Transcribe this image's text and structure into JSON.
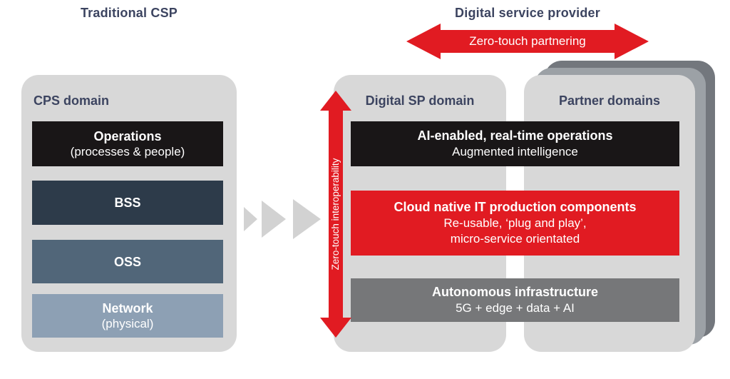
{
  "colors": {
    "accent_red": "#e11b22",
    "panel_gray": "#d8d8d8",
    "heading_navy": "#3c4460",
    "box_black": "#191617",
    "box_bss": "#2d3b4a",
    "box_oss": "#516679",
    "box_network": "#8da0b4",
    "bar_gray": "#767779",
    "stack_layer_medium": "#9ca1a6",
    "stack_layer_dark": "#73777d",
    "chevron_gray": "#d2d2d2"
  },
  "left": {
    "title": "Traditional CSP",
    "panel_header": "CPS domain",
    "boxes": [
      {
        "title": "Operations",
        "subtitle": "(processes & people)"
      },
      {
        "title": "BSS"
      },
      {
        "title": "OSS"
      },
      {
        "title": "Network",
        "subtitle": "(physical)"
      }
    ]
  },
  "right": {
    "title": "Digital service provider",
    "partnering_arrow_label": "Zero-touch partnering",
    "interop_arrow_label": "Zero-touch interoperability",
    "digital_panel_header": "Digital SP domain",
    "partner_panel_header": "Partner domains",
    "bars": [
      {
        "title": "AI-enabled, real-time operations",
        "subtitle": "Augmented intelligence"
      },
      {
        "title": "Cloud native IT production components",
        "subtitle": "Re-usable, ‘plug and play’,",
        "subtitle2": "micro-service orientated"
      },
      {
        "title": "Autonomous infrastructure",
        "subtitle": "5G + edge + data + AI"
      }
    ]
  }
}
